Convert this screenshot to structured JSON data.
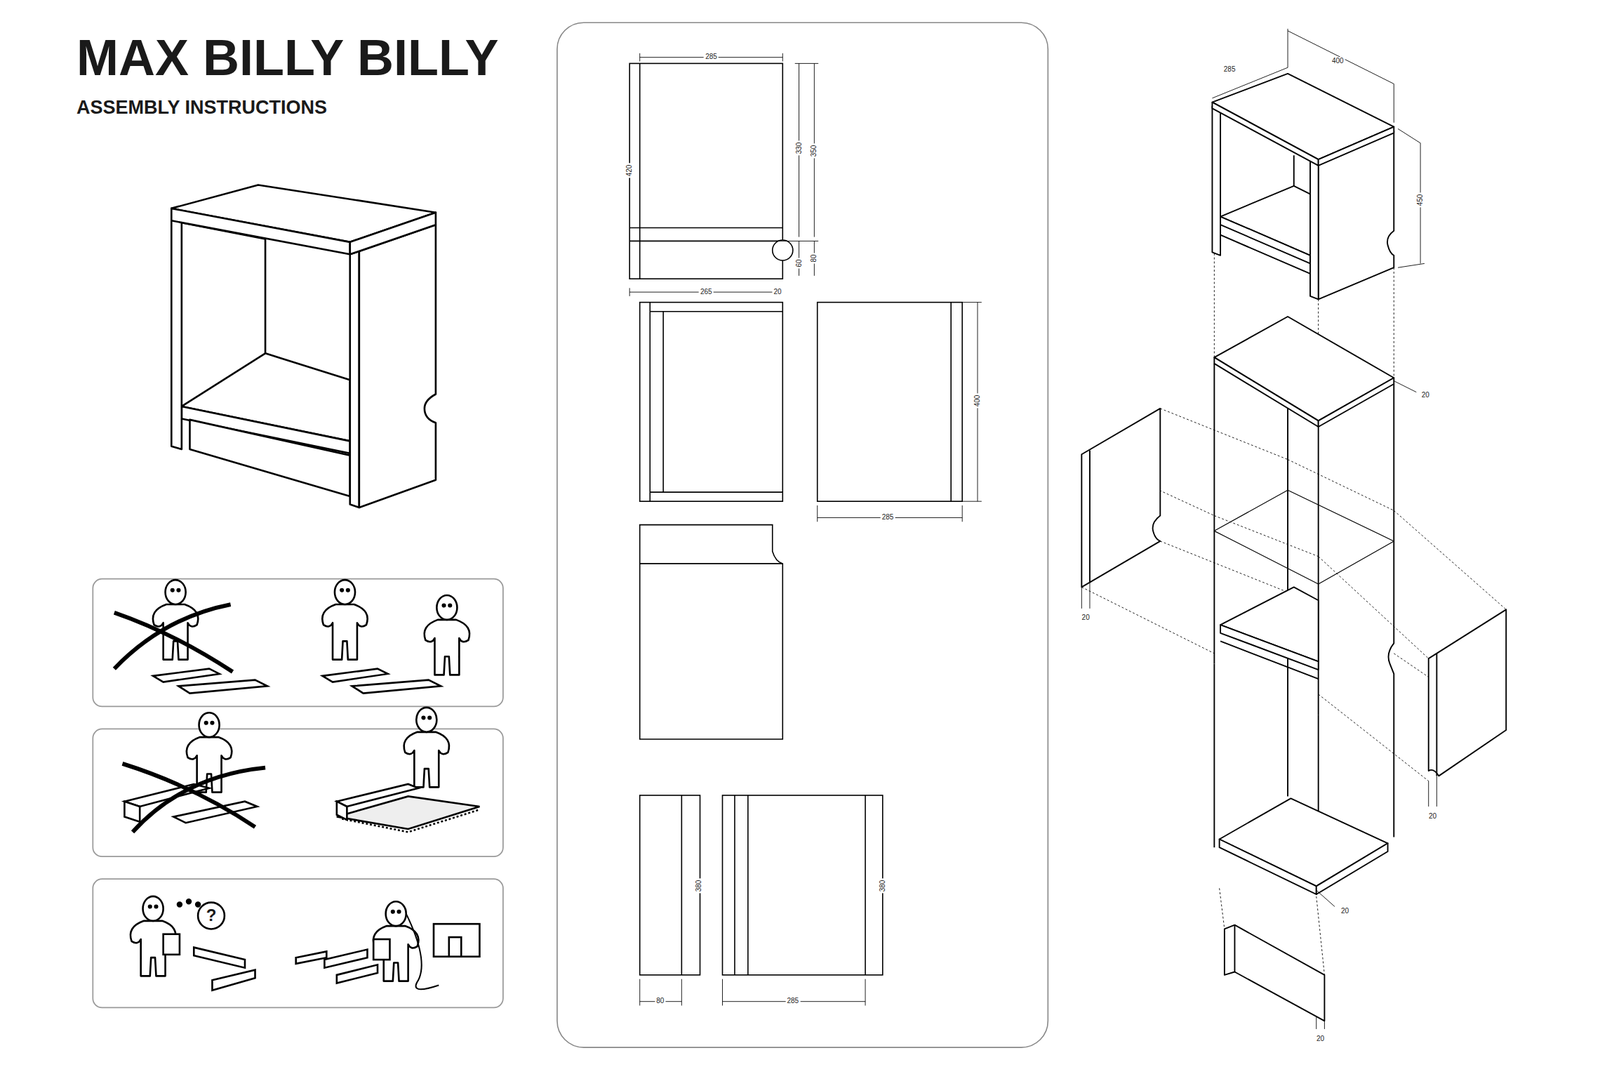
{
  "diagram": {
    "title": "MAX BILLY BILLY",
    "labels": [
      "ASSEMBLY INSTRUCTIONS",
      "?",
      "285",
      "420",
      "330",
      "350",
      "60",
      "80",
      "265",
      "20",
      "400",
      "285",
      "380",
      "380",
      "80",
      "285",
      "285",
      "400",
      "450",
      "20",
      "20",
      "20",
      "20",
      "20"
    ]
  }
}
